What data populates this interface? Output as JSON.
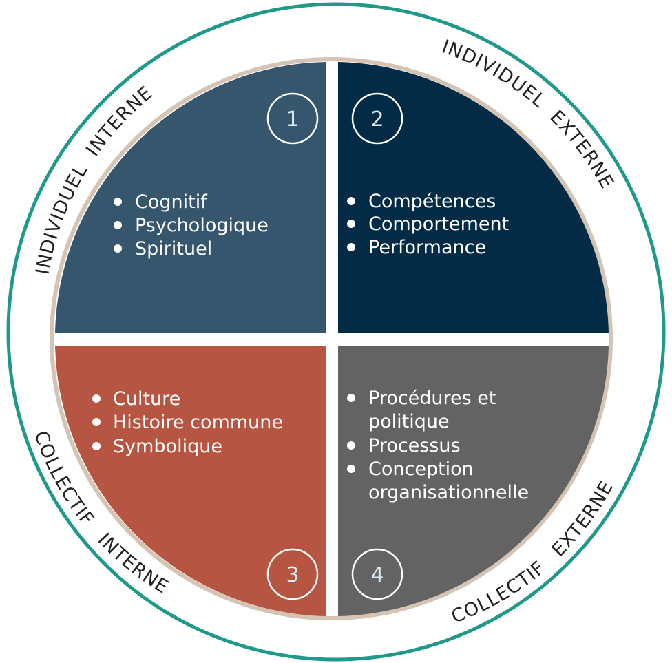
{
  "colors": {
    "ring": "#1f9a8a",
    "pie_border": "#d5c3b4",
    "q1": "#36566e",
    "q2": "#032b45",
    "q3": "#b65541",
    "q4": "#636363",
    "badge_text": "#d9ecf4",
    "ring_text": "#222222"
  },
  "quadrants": [
    {
      "number": "1",
      "items": [
        "Cognitif",
        "Psychologique",
        "Spirituel"
      ]
    },
    {
      "number": "2",
      "items": [
        "Compétences",
        "Comportement",
        "Performance"
      ]
    },
    {
      "number": "3",
      "items": [
        "Culture",
        "Histoire commune",
        "Symbolique"
      ]
    },
    {
      "number": "4",
      "items": [
        "Procédures et",
        "politique",
        "Processus",
        "Conception",
        "organisationnelle"
      ]
    }
  ],
  "ring_labels": {
    "top_left_outer": "INDIVIDUEL",
    "top_left_inner": "INTERNE",
    "top_right_outer": "INDIVIDUEL",
    "top_right_inner": "EXTERNE",
    "bottom_left_outer": "COLLECTIF",
    "bottom_left_inner": "INTERNE",
    "bottom_right_outer": "COLLECTIF",
    "bottom_right_inner": "EXTERNE"
  }
}
